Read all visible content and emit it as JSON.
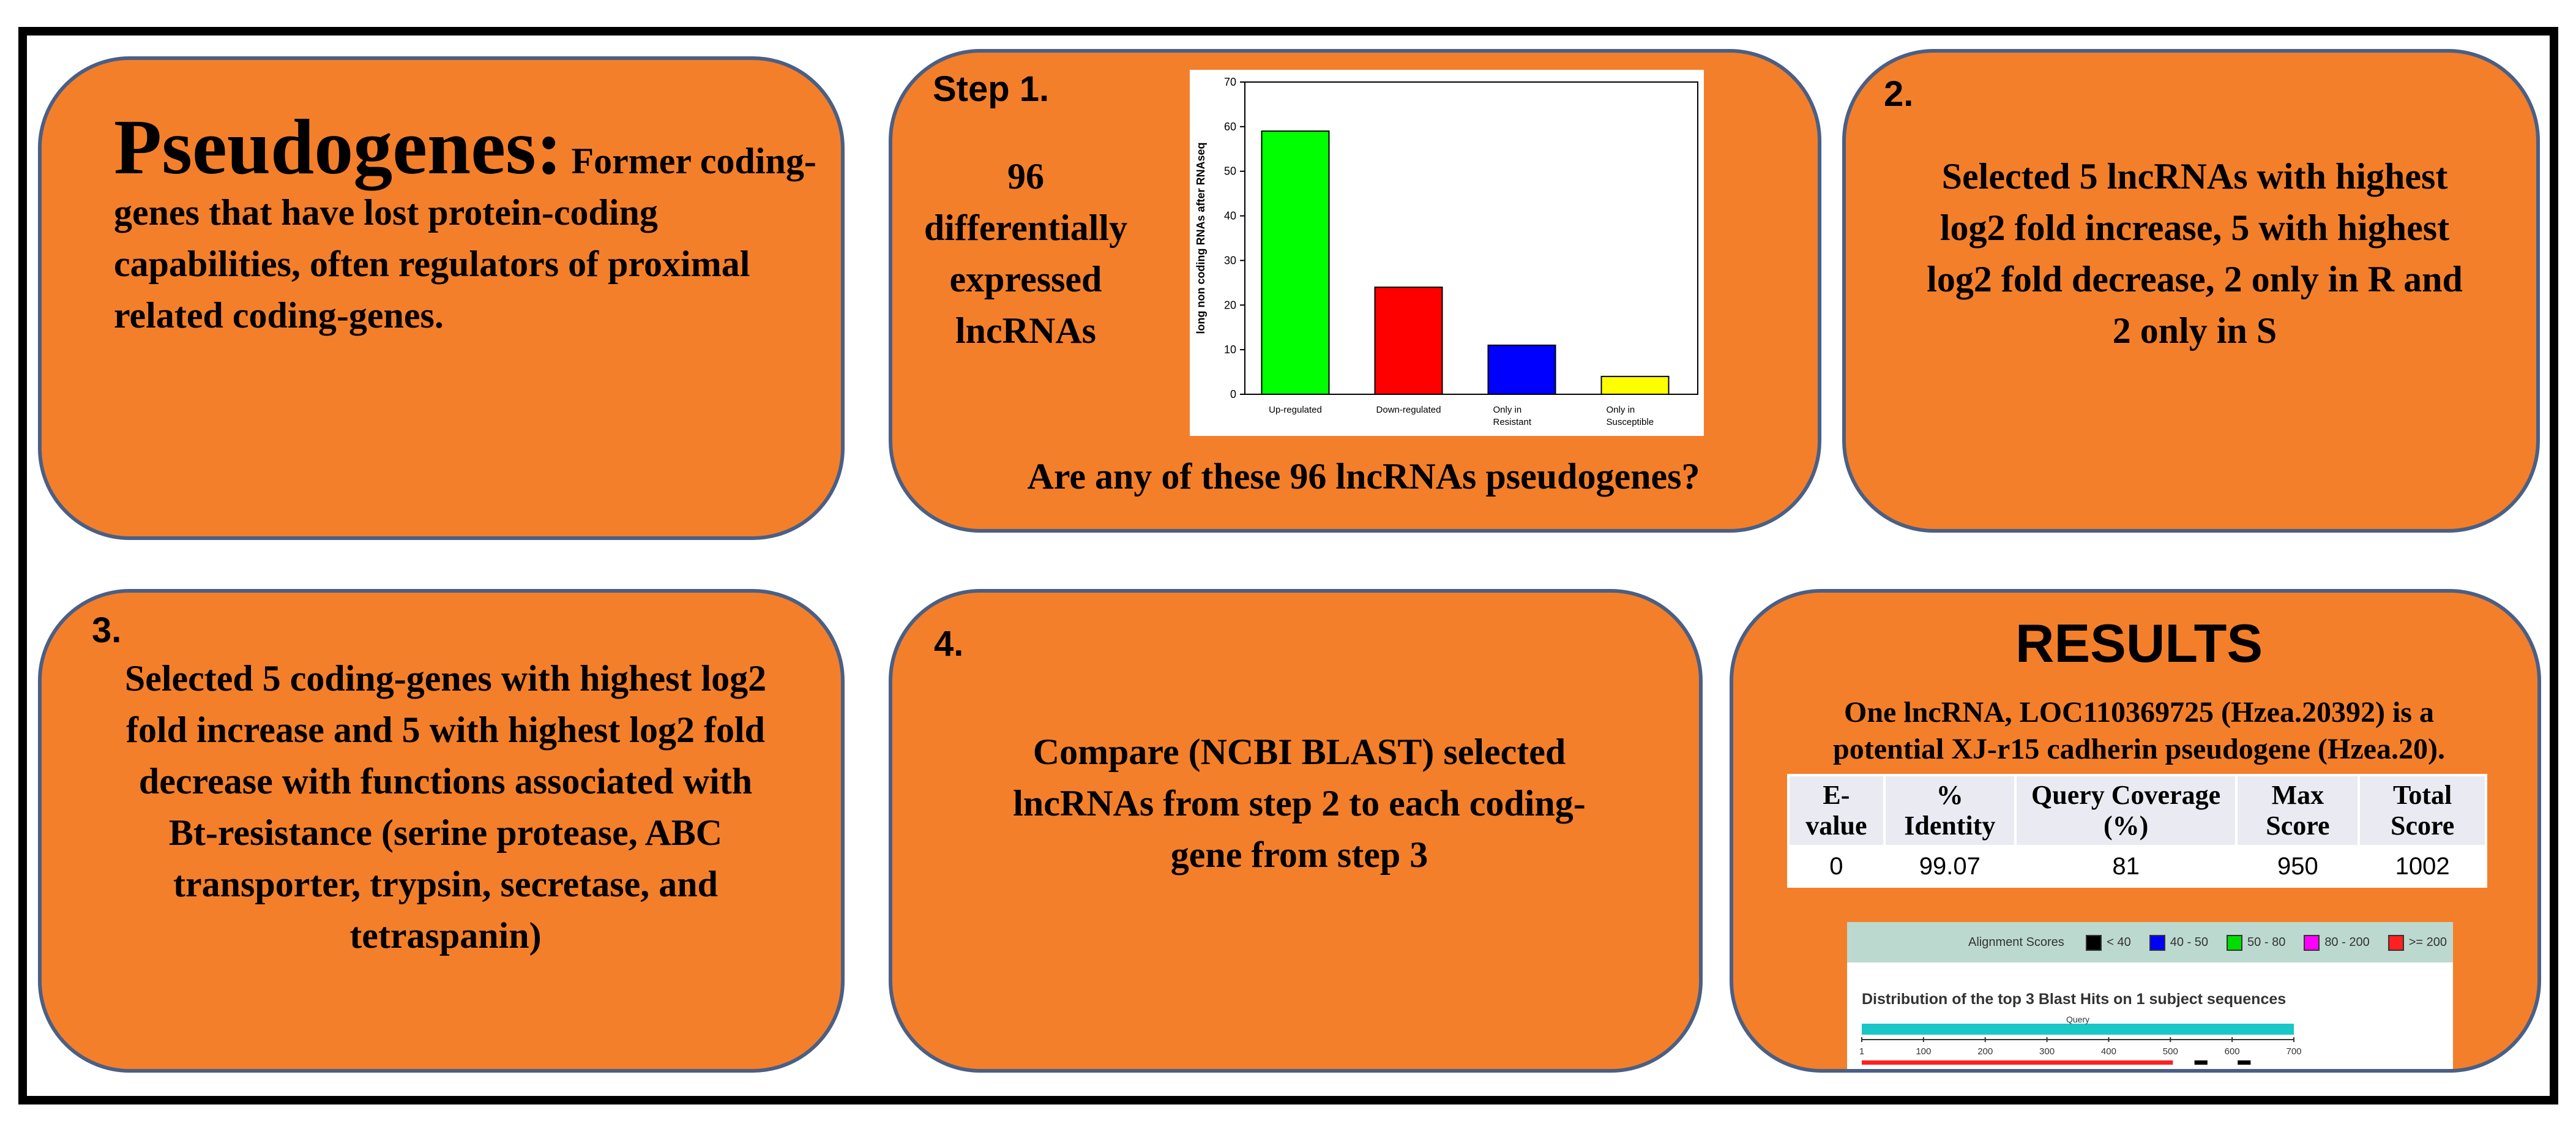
{
  "panel1": {
    "title": "Pseudogenes:",
    "title_rest": "Former",
    "body": "coding-genes that have lost protein-coding capabilities, often regulators of proximal related coding-genes."
  },
  "panel2": {
    "heading": "Step 1.",
    "left_text": "96 differentially expressed lncRNAs",
    "question": "Are any of these 96 lncRNAs pseudogenes?"
  },
  "panel3": {
    "heading": "2.",
    "body": "Selected 5 lncRNAs with highest log2 fold increase, 5 with highest log2 fold decrease, 2 only in R and 2 only in S"
  },
  "panel4": {
    "heading": "3.",
    "body": "Selected 5 coding-genes with highest log2 fold increase and 5 with highest log2 fold decrease with functions associated with Bt-resistance (serine protease, ABC transporter, trypsin, secretase, and tetraspanin)"
  },
  "panel5": {
    "heading": "4.",
    "body": "Compare (NCBI BLAST) selected lncRNAs from step 2 to each coding-gene from step 3"
  },
  "panel6": {
    "heading": "RESULTS",
    "summary": "One lncRNA, LOC110369725 (Hzea.20392) is a potential XJ-r15 cadherin pseudogene (Hzea.20).",
    "table": {
      "headers": [
        "E-value",
        "% Identity",
        "Query Coverage (%)",
        "Max Score",
        "Total Score"
      ],
      "row": [
        "0",
        "99.07",
        "81",
        "950",
        "1002"
      ]
    },
    "blast": {
      "legend_title": "Alignment Scores",
      "legend_items": [
        {
          "label": "< 40",
          "color": "#000000"
        },
        {
          "label": "40 - 50",
          "color": "#0000ff"
        },
        {
          "label": "50 - 80",
          "color": "#00dd00"
        },
        {
          "label": "80 - 200",
          "color": "#ff00ff"
        },
        {
          "label": ">= 200",
          "color": "#ff2020"
        }
      ],
      "title": "Distribution of the top 3 Blast Hits on 1 subject sequences",
      "query_label": "Query",
      "ticks": [
        "1",
        "100",
        "200",
        "300",
        "400",
        "500",
        "600",
        "700"
      ]
    }
  },
  "chart_data": {
    "type": "bar",
    "categories": [
      "Up-regulated",
      "Down-regulated",
      "Only in Resistant",
      "Only in Susceptible"
    ],
    "category_lines": [
      [
        "Up-regulated"
      ],
      [
        "Down-regulated"
      ],
      [
        "Only in",
        "Resistant"
      ],
      [
        "Only in",
        "Susceptible"
      ]
    ],
    "values": [
      59,
      24,
      11,
      4
    ],
    "colors": [
      "#00ff00",
      "#ff0000",
      "#0000ff",
      "#ffff00"
    ],
    "ylabel": "long non coding RNAs after RNAseq",
    "ylim": [
      0,
      70
    ],
    "yticks": [
      "0",
      "10",
      "20",
      "30",
      "40",
      "50",
      "60",
      "70"
    ],
    "grid": false,
    "legend": "none"
  }
}
